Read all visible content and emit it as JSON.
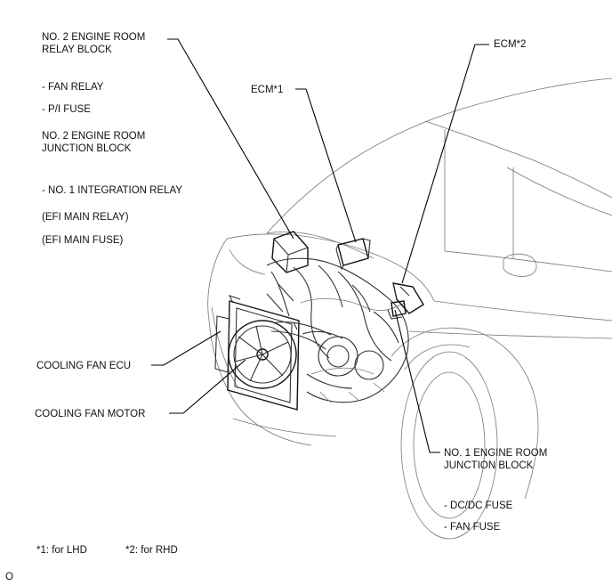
{
  "labels": {
    "relay_block_line1": "NO. 2 ENGINE ROOM",
    "relay_block_line2": "RELAY BLOCK",
    "fan_relay": "- FAN RELAY",
    "pi_fuse": "- P/I FUSE",
    "junction_block2_line1": "NO. 2 ENGINE ROOM",
    "junction_block2_line2": "JUNCTION BLOCK",
    "integration_relay": "- NO. 1 INTEGRATION RELAY",
    "efi_main_relay": "(EFI MAIN RELAY)",
    "efi_main_fuse": "(EFI MAIN FUSE)",
    "ecm1": "ECM*1",
    "ecm2": "ECM*2",
    "cooling_fan_ecu": "COOLING FAN ECU",
    "cooling_fan_motor": "COOLING FAN MOTOR",
    "junction_block1_line1": "NO. 1 ENGINE ROOM",
    "junction_block1_line2": "JUNCTION BLOCK",
    "dcdc_fuse": "- DC/DC FUSE",
    "fan_fuse": "- FAN FUSE"
  },
  "footnotes": {
    "lhd": "*1: for LHD",
    "rhd": "*2: for RHD"
  },
  "figure_code": "O"
}
